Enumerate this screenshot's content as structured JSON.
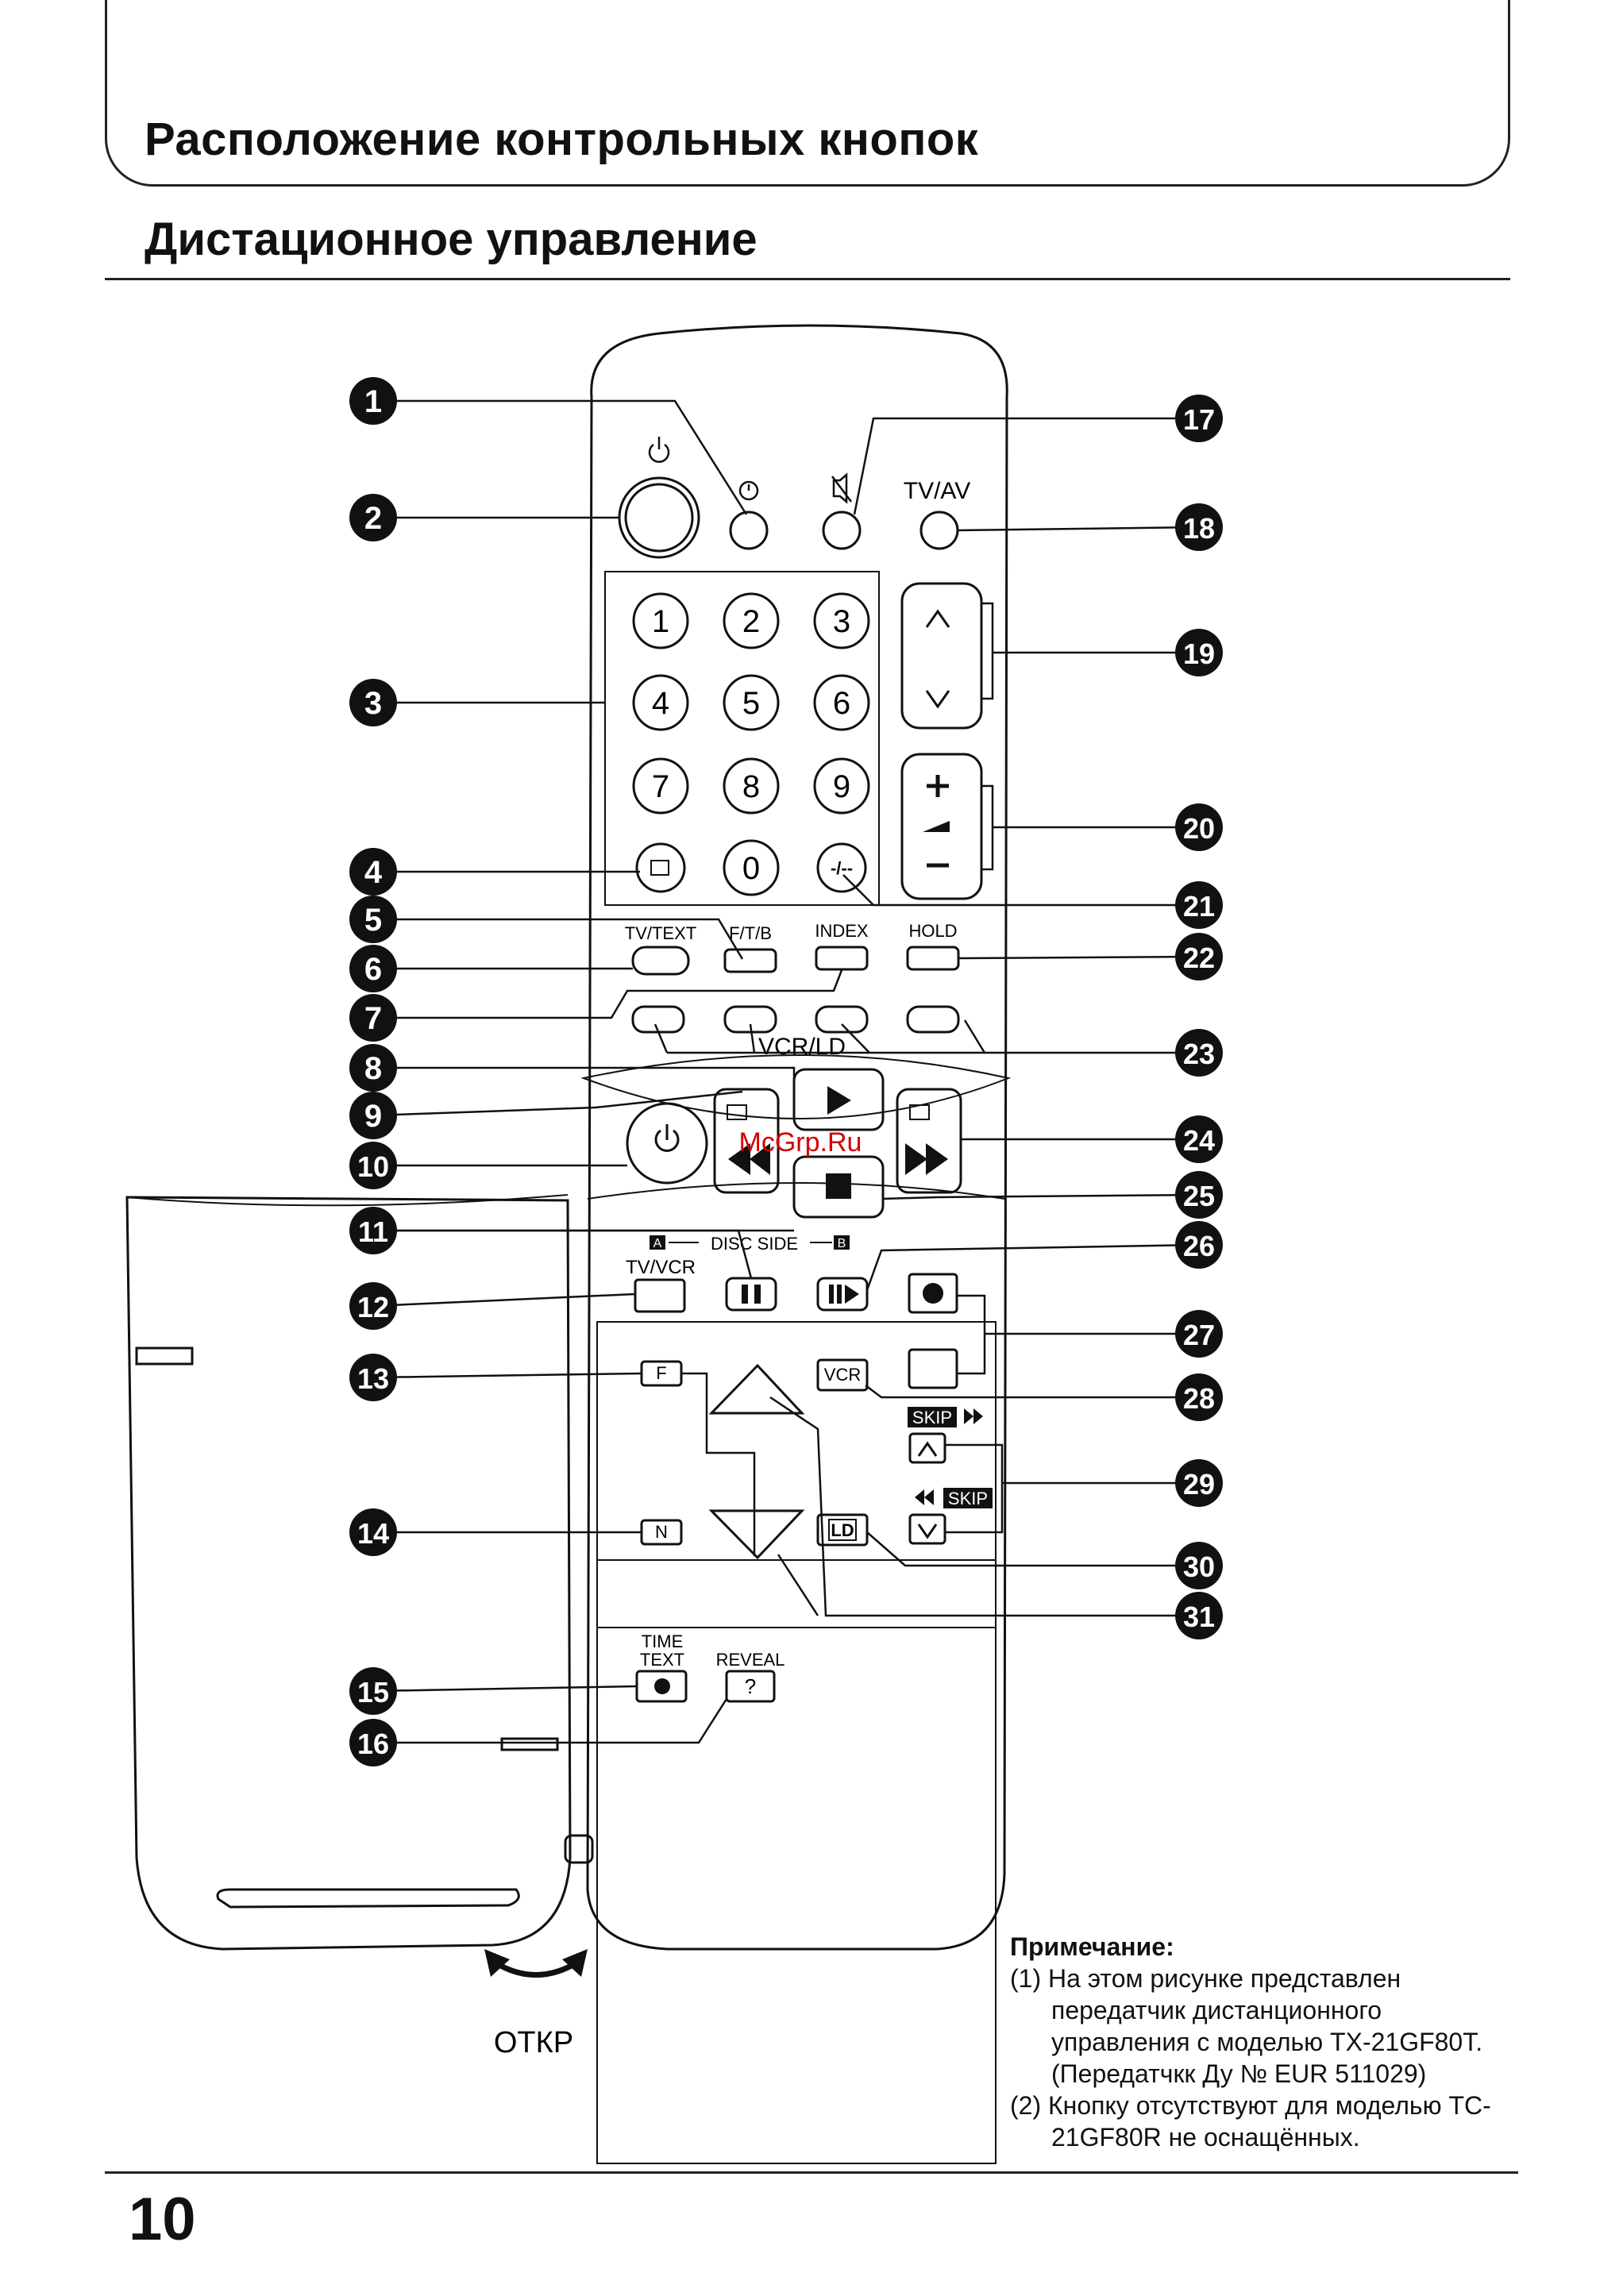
{
  "header": {
    "title": "Расположение контрольных кнопок",
    "section": "Дистационное управление"
  },
  "page_number": "10",
  "watermark": "McGrp.Ru",
  "callouts": [
    "1",
    "2",
    "3",
    "4",
    "5",
    "6",
    "7",
    "8",
    "9",
    "10",
    "11",
    "12",
    "13",
    "14",
    "15",
    "16",
    "17",
    "18",
    "19",
    "20",
    "21",
    "22",
    "23",
    "24",
    "25",
    "26",
    "27",
    "28",
    "29",
    "30",
    "31"
  ],
  "remote": {
    "top_buttons": {
      "tv_av": "TV/AV"
    },
    "digits": [
      "1",
      "2",
      "3",
      "4",
      "5",
      "6",
      "7",
      "8",
      "9",
      "0"
    ],
    "dash_button": "-/--",
    "teletext_labels": {
      "tv_text": "TV/TEXT",
      "ftb": "F/T/B",
      "index": "INDEX",
      "hold": "HOLD"
    },
    "vcr_ld": "VCR/LD",
    "disc_side": {
      "label": "DISC SIDE",
      "a": "A",
      "b": "B"
    },
    "tv_vcr": "TV/VCR",
    "f_button": "F",
    "n_button": "N",
    "vcr_button": "VCR",
    "ld_button": "LD",
    "skip_label": "SKIP",
    "time_text": [
      "TIME",
      "TEXT"
    ],
    "reveal": "REVEAL",
    "reveal_symbol": "?"
  },
  "open_label": "ОТКР",
  "note": {
    "title": "Примечание:",
    "items": [
      "(1) На этом рисунке представлен передатчик дистанционного управления с моделью TX-21GF80T. (Передатчкк Ду № EUR 511029)",
      "(2) Кнопку отсутствуют для моделью TC-21GF80R не оснащённых."
    ]
  },
  "colors": {
    "ink": "#111111",
    "paper": "#ffffff",
    "watermark": "#d10000"
  }
}
